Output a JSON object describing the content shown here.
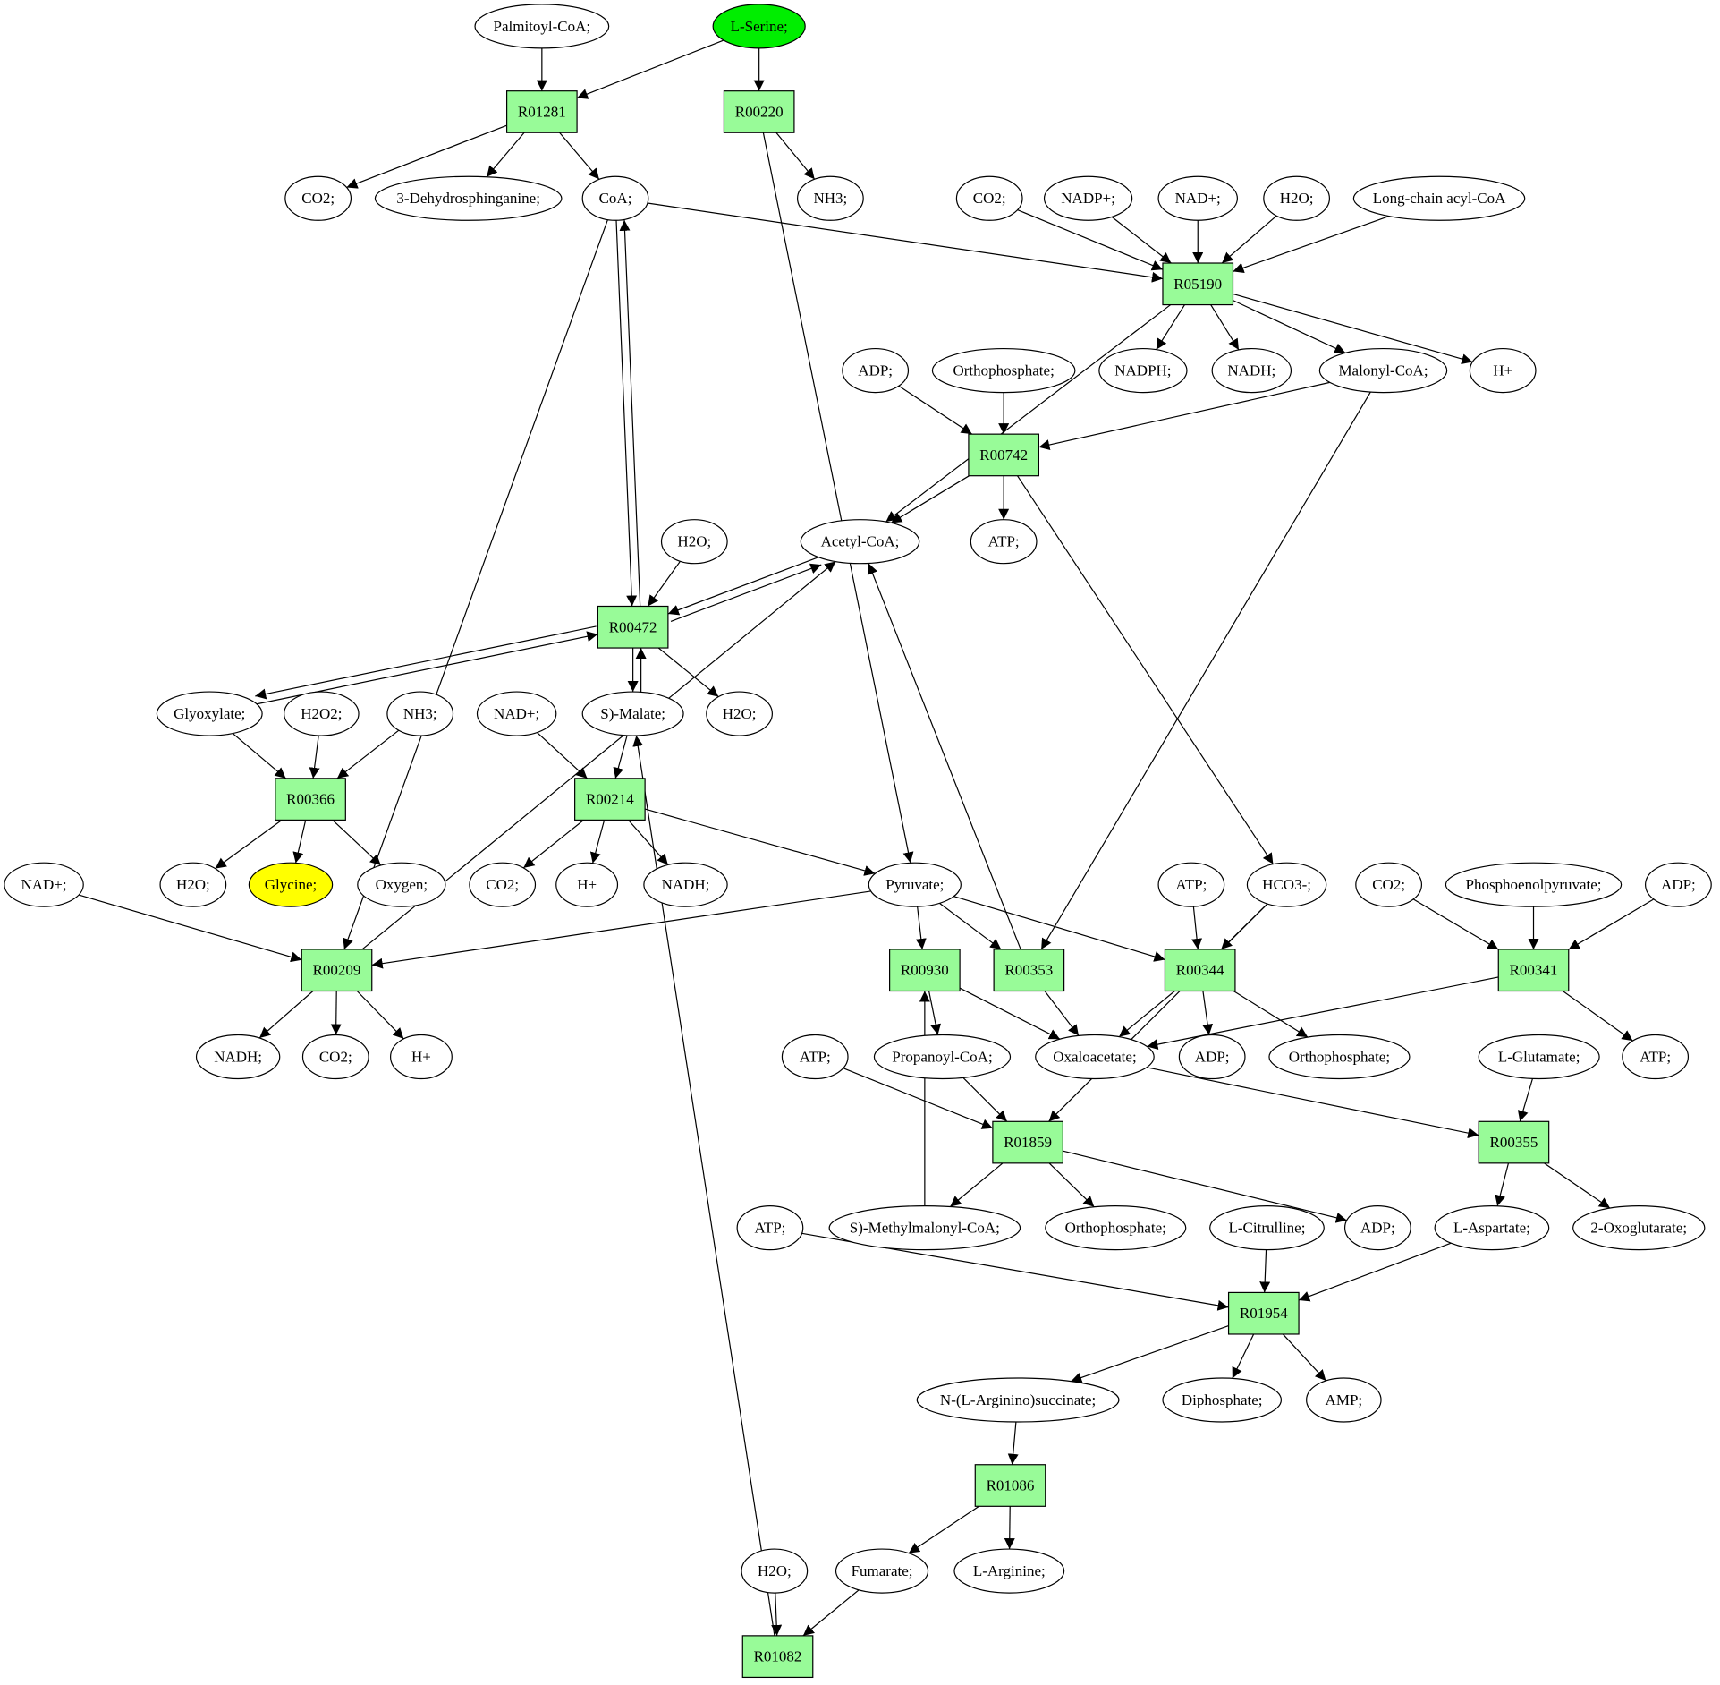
{
  "metabolites": [
    {
      "id": "palmitoyl_coa_1",
      "label": "Palmitoyl-CoA;"
    },
    {
      "id": "l_serine_1",
      "label": "L-Serine;",
      "highlight": "#00ee00"
    },
    {
      "id": "co2_1",
      "label": "CO2;"
    },
    {
      "id": "dehydrosph_1",
      "label": "3-Dehydrosphinganine;"
    },
    {
      "id": "coa_1",
      "label": "CoA;"
    },
    {
      "id": "nh3_1",
      "label": "NH3;"
    },
    {
      "id": "co2_2",
      "label": "CO2;"
    },
    {
      "id": "nadp_1",
      "label": "NADP+;"
    },
    {
      "id": "nad_1",
      "label": "NAD+;"
    },
    {
      "id": "h2o_1",
      "label": "H2O;"
    },
    {
      "id": "lcacyl_1",
      "label": "Long-chain acyl-CoA"
    },
    {
      "id": "adp_1",
      "label": "ADP;"
    },
    {
      "id": "pi_1",
      "label": "Orthophosphate;"
    },
    {
      "id": "nadph_1",
      "label": "NADPH;"
    },
    {
      "id": "nadh_1",
      "label": "NADH;"
    },
    {
      "id": "malonyl_1",
      "label": "Malonyl-CoA;"
    },
    {
      "id": "hplus_1",
      "label": "H+"
    },
    {
      "id": "h2o_2",
      "label": "H2O;"
    },
    {
      "id": "acetylcoa_1",
      "label": "Acetyl-CoA;"
    },
    {
      "id": "atp_1",
      "label": "ATP;"
    },
    {
      "id": "glyoxylate_1",
      "label": "Glyoxylate;"
    },
    {
      "id": "h2o2_1",
      "label": "H2O2;"
    },
    {
      "id": "nh3_2",
      "label": "NH3;"
    },
    {
      "id": "nad_2",
      "label": "NAD+;"
    },
    {
      "id": "smalate_1",
      "label": "S)-Malate;"
    },
    {
      "id": "h2o_3",
      "label": "H2O;"
    },
    {
      "id": "nad_3",
      "label": "NAD+;"
    },
    {
      "id": "h2o_4",
      "label": "H2O;"
    },
    {
      "id": "glycine_1",
      "label": "Glycine;",
      "highlight": "#ffff00"
    },
    {
      "id": "oxygen_1",
      "label": "Oxygen;"
    },
    {
      "id": "co2_3",
      "label": "CO2;"
    },
    {
      "id": "hplus_2",
      "label": "H+"
    },
    {
      "id": "nadh_2",
      "label": "NADH;"
    },
    {
      "id": "pyruvate_1",
      "label": "Pyruvate;"
    },
    {
      "id": "atp_2",
      "label": "ATP;"
    },
    {
      "id": "hco3_1",
      "label": "HCO3-;"
    },
    {
      "id": "co2_4",
      "label": "CO2;"
    },
    {
      "id": "pep_1",
      "label": "Phosphoenolpyruvate;"
    },
    {
      "id": "adp_2",
      "label": "ADP;"
    },
    {
      "id": "nadh_3",
      "label": "NADH;"
    },
    {
      "id": "co2_5",
      "label": "CO2;"
    },
    {
      "id": "hplus_3",
      "label": "H+"
    },
    {
      "id": "atp_3",
      "label": "ATP;"
    },
    {
      "id": "propanoyl_1",
      "label": "Propanoyl-CoA;"
    },
    {
      "id": "oaa_1",
      "label": "Oxaloacetate;"
    },
    {
      "id": "adp_3",
      "label": "ADP;"
    },
    {
      "id": "pi_2",
      "label": "Orthophosphate;"
    },
    {
      "id": "glu_1",
      "label": "L-Glutamate;"
    },
    {
      "id": "atp_4",
      "label": "ATP;"
    },
    {
      "id": "atp_5",
      "label": "ATP;"
    },
    {
      "id": "smm_1",
      "label": "S)-Methylmalonyl-CoA;"
    },
    {
      "id": "pi_3",
      "label": "Orthophosphate;"
    },
    {
      "id": "citrulline_1",
      "label": "L-Citrulline;"
    },
    {
      "id": "adp_4",
      "label": "ADP;"
    },
    {
      "id": "asp_1",
      "label": "L-Aspartate;"
    },
    {
      "id": "oxoglut_1",
      "label": "2-Oxoglutarate;"
    },
    {
      "id": "argsucc_1",
      "label": "N-(L-Arginino)succinate;"
    },
    {
      "id": "ppi_1",
      "label": "Diphosphate;"
    },
    {
      "id": "amp_1",
      "label": "AMP;"
    },
    {
      "id": "h2o_5",
      "label": "H2O;"
    },
    {
      "id": "fumarate_1",
      "label": "Fumarate;"
    },
    {
      "id": "arginine_1",
      "label": "L-Arginine;"
    }
  ],
  "reactions": [
    {
      "id": "R01281",
      "label": "R01281"
    },
    {
      "id": "R00220",
      "label": "R00220"
    },
    {
      "id": "R05190",
      "label": "R05190"
    },
    {
      "id": "R00742",
      "label": "R00742"
    },
    {
      "id": "R00472",
      "label": "R00472"
    },
    {
      "id": "R00366",
      "label": "R00366"
    },
    {
      "id": "R00214",
      "label": "R00214"
    },
    {
      "id": "R00209",
      "label": "R00209"
    },
    {
      "id": "R00930",
      "label": "R00930"
    },
    {
      "id": "R00353",
      "label": "R00353"
    },
    {
      "id": "R00344",
      "label": "R00344"
    },
    {
      "id": "R00341",
      "label": "R00341"
    },
    {
      "id": "R01859",
      "label": "R01859"
    },
    {
      "id": "R00355",
      "label": "R00355"
    },
    {
      "id": "R01954",
      "label": "R01954"
    },
    {
      "id": "R01086",
      "label": "R01086"
    },
    {
      "id": "R01082",
      "label": "R01082"
    }
  ],
  "edges": [
    [
      "palmitoyl_coa_1",
      "R01281"
    ],
    [
      "l_serine_1",
      "R01281"
    ],
    [
      "l_serine_1",
      "R00220"
    ],
    [
      "R01281",
      "co2_1"
    ],
    [
      "R01281",
      "dehydrosph_1"
    ],
    [
      "R01281",
      "coa_1"
    ],
    [
      "R00220",
      "nh3_1"
    ],
    [
      "R00220",
      "pyruvate_1"
    ],
    [
      "coa_1",
      "R05190"
    ],
    [
      "co2_2",
      "R05190"
    ],
    [
      "nadp_1",
      "R05190"
    ],
    [
      "nad_1",
      "R05190"
    ],
    [
      "h2o_1",
      "R05190"
    ],
    [
      "lcacyl_1",
      "R05190"
    ],
    [
      "R05190",
      "nadph_1"
    ],
    [
      "R05190",
      "nadh_1"
    ],
    [
      "R05190",
      "malonyl_1"
    ],
    [
      "R05190",
      "hplus_1"
    ],
    [
      "R05190",
      "acetylcoa_1"
    ],
    [
      "adp_1",
      "R00742"
    ],
    [
      "pi_1",
      "R00742"
    ],
    [
      "malonyl_1",
      "R00742"
    ],
    [
      "R00742",
      "atp_1"
    ],
    [
      "R00742",
      "acetylcoa_1"
    ],
    [
      "R00742",
      "hco3_1"
    ],
    [
      "coa_1",
      "R00472"
    ],
    [
      "R00472",
      "coa_1"
    ],
    [
      "h2o_2",
      "R00472"
    ],
    [
      "acetylcoa_1",
      "R00472"
    ],
    [
      "R00472",
      "acetylcoa_1"
    ],
    [
      "glyoxylate_1",
      "R00472"
    ],
    [
      "R00472",
      "glyoxylate_1"
    ],
    [
      "R00472",
      "smalate_1"
    ],
    [
      "smalate_1",
      "R00472"
    ],
    [
      "R00472",
      "h2o_3"
    ],
    [
      "glyoxylate_1",
      "R00366"
    ],
    [
      "h2o2_1",
      "R00366"
    ],
    [
      "nh3_2",
      "R00366"
    ],
    [
      "R00366",
      "h2o_4"
    ],
    [
      "R00366",
      "glycine_1"
    ],
    [
      "R00366",
      "oxygen_1"
    ],
    [
      "nad_2",
      "R00214"
    ],
    [
      "smalate_1",
      "R00214"
    ],
    [
      "R00214",
      "co2_3"
    ],
    [
      "R00214",
      "hplus_2"
    ],
    [
      "R00214",
      "nadh_2"
    ],
    [
      "R00214",
      "pyruvate_1"
    ],
    [
      "coa_1",
      "R00209"
    ],
    [
      "nad_3",
      "R00209"
    ],
    [
      "pyruvate_1",
      "R00209"
    ],
    [
      "R00209",
      "nadh_3"
    ],
    [
      "R00209",
      "co2_5"
    ],
    [
      "R00209",
      "hplus_3"
    ],
    [
      "R00209",
      "acetylcoa_1"
    ],
    [
      "pyruvate_1",
      "R00930"
    ],
    [
      "pyruvate_1",
      "R00353"
    ],
    [
      "pyruvate_1",
      "R00344"
    ],
    [
      "smm_1",
      "R00930"
    ],
    [
      "R00930",
      "propanoyl_1"
    ],
    [
      "R00930",
      "oaa_1"
    ],
    [
      "malonyl_1",
      "R00353"
    ],
    [
      "R00353",
      "acetylcoa_1"
    ],
    [
      "R00353",
      "oaa_1"
    ],
    [
      "atp_2",
      "R00344"
    ],
    [
      "hco3_1",
      "R00344"
    ],
    [
      "R00344",
      "oaa_1"
    ],
    [
      "R00344",
      "adp_3"
    ],
    [
      "R00344",
      "pi_2"
    ],
    [
      "co2_4",
      "R00341"
    ],
    [
      "pep_1",
      "R00341"
    ],
    [
      "adp_2",
      "R00341"
    ],
    [
      "R00341",
      "oaa_1"
    ],
    [
      "R00341",
      "atp_4"
    ],
    [
      "atp_3",
      "R01859"
    ],
    [
      "propanoyl_1",
      "R01859"
    ],
    [
      "hco3_1",
      "R01859"
    ],
    [
      "R01859",
      "smm_1"
    ],
    [
      "R01859",
      "pi_3"
    ],
    [
      "R01859",
      "adp_4"
    ],
    [
      "oaa_1",
      "R00355"
    ],
    [
      "glu_1",
      "R00355"
    ],
    [
      "R00355",
      "asp_1"
    ],
    [
      "R00355",
      "oxoglut_1"
    ],
    [
      "atp_5",
      "R01954"
    ],
    [
      "citrulline_1",
      "R01954"
    ],
    [
      "asp_1",
      "R01954"
    ],
    [
      "R01954",
      "argsucc_1"
    ],
    [
      "R01954",
      "ppi_1"
    ],
    [
      "R01954",
      "amp_1"
    ],
    [
      "argsucc_1",
      "R01086"
    ],
    [
      "R01086",
      "fumarate_1"
    ],
    [
      "R01086",
      "arginine_1"
    ],
    [
      "h2o_5",
      "R01082"
    ],
    [
      "fumarate_1",
      "R01082"
    ],
    [
      "R01082",
      "smalate_1"
    ]
  ]
}
